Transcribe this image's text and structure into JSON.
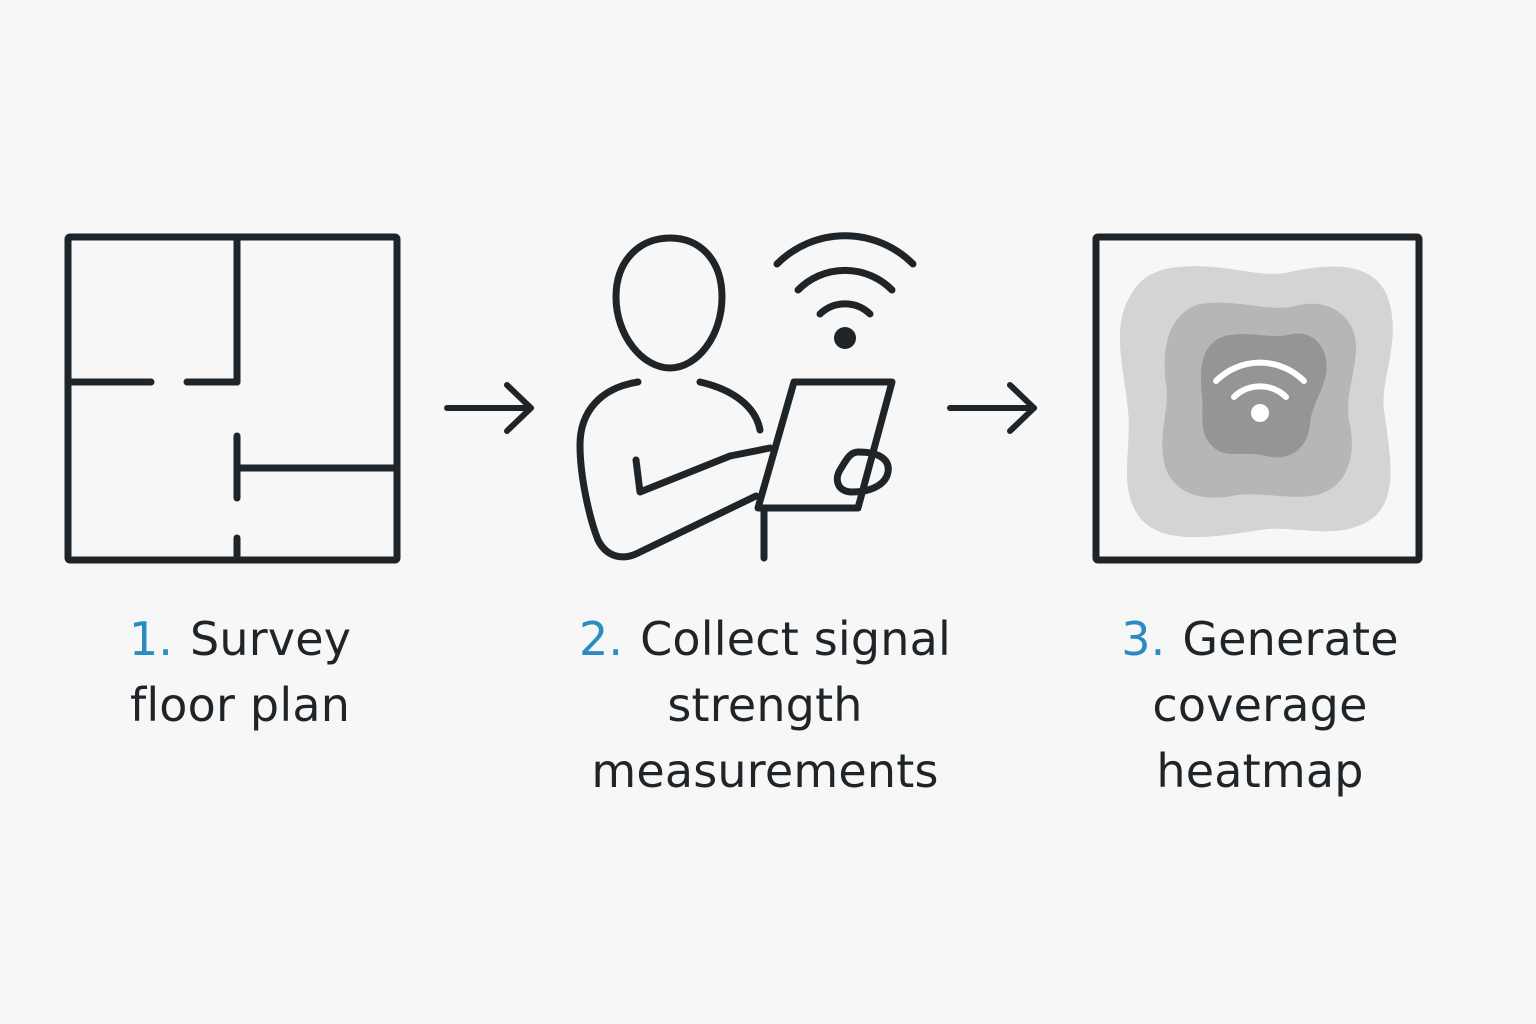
{
  "colors": {
    "background": "#f7f7f7",
    "ink": "#1f2428",
    "accent": "#2a8cc0",
    "heat_outer": "#d4d4d4",
    "heat_mid": "#b6b6b6",
    "heat_inner": "#959595",
    "heat_icon": "#ffffff"
  },
  "icons": {
    "step1": "floor-plan-icon",
    "step2": "person-with-tablet-icon",
    "signal": "wifi-icon",
    "step3": "coverage-heatmap-icon",
    "arrow": "arrow-right-icon"
  },
  "steps": [
    {
      "number": "1.",
      "lines": [
        "Survey",
        "floor plan"
      ]
    },
    {
      "number": "2.",
      "lines": [
        "Collect signal",
        "strength",
        "measurements"
      ]
    },
    {
      "number": "3.",
      "lines": [
        "Generate",
        "coverage",
        "heatmap"
      ]
    }
  ]
}
